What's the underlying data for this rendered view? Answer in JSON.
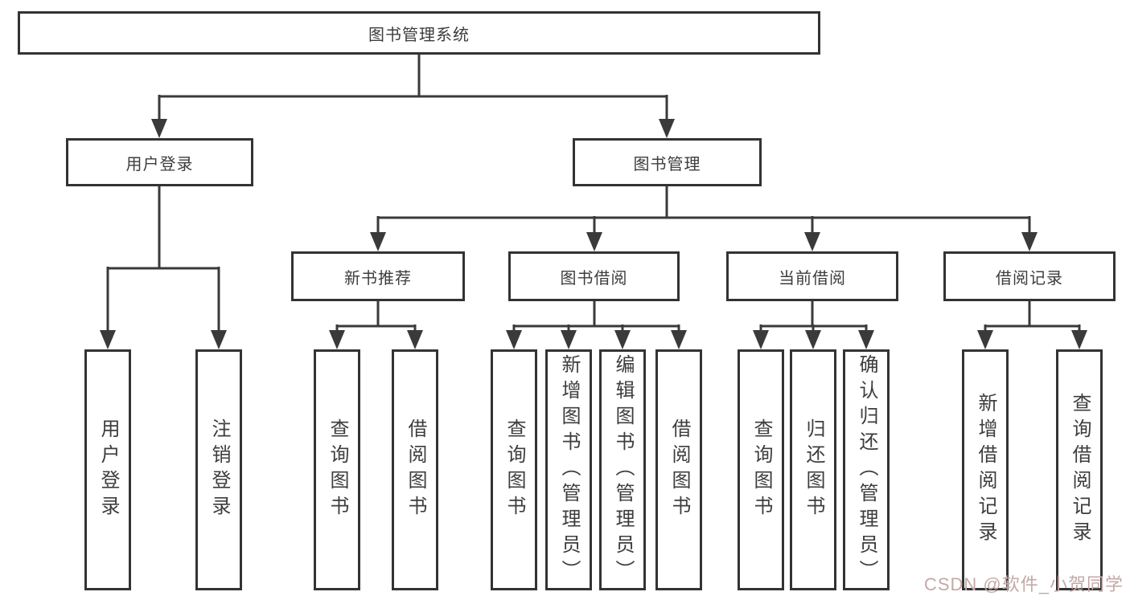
{
  "tree": {
    "label": "图书管理系统",
    "children": [
      {
        "label": "用户登录",
        "children": [
          {
            "label": "用户登录"
          },
          {
            "label": "注销登录"
          }
        ]
      },
      {
        "label": "图书管理",
        "children": [
          {
            "label": "新书推荐",
            "children": [
              {
                "label": "查询图书"
              },
              {
                "label": "借阅图书"
              }
            ]
          },
          {
            "label": "图书借阅",
            "children": [
              {
                "label": "查询图书"
              },
              {
                "label": "新增图书（管理员）"
              },
              {
                "label": "编辑图书（管理员）"
              },
              {
                "label": "借阅图书"
              }
            ]
          },
          {
            "label": "当前借阅",
            "children": [
              {
                "label": "查询图书"
              },
              {
                "label": "归还图书"
              },
              {
                "label": "确认归还（管理员）"
              }
            ]
          },
          {
            "label": "借阅记录",
            "children": [
              {
                "label": "新增借阅记录"
              },
              {
                "label": "查询借阅记录"
              }
            ]
          }
        ]
      }
    ]
  },
  "watermark": "CSDN @软件_小贺同学",
  "colors": {
    "line": "#3a3a3a",
    "border": "#333333",
    "text": "#3d3d3d",
    "watermark": "#c5a8a8"
  }
}
